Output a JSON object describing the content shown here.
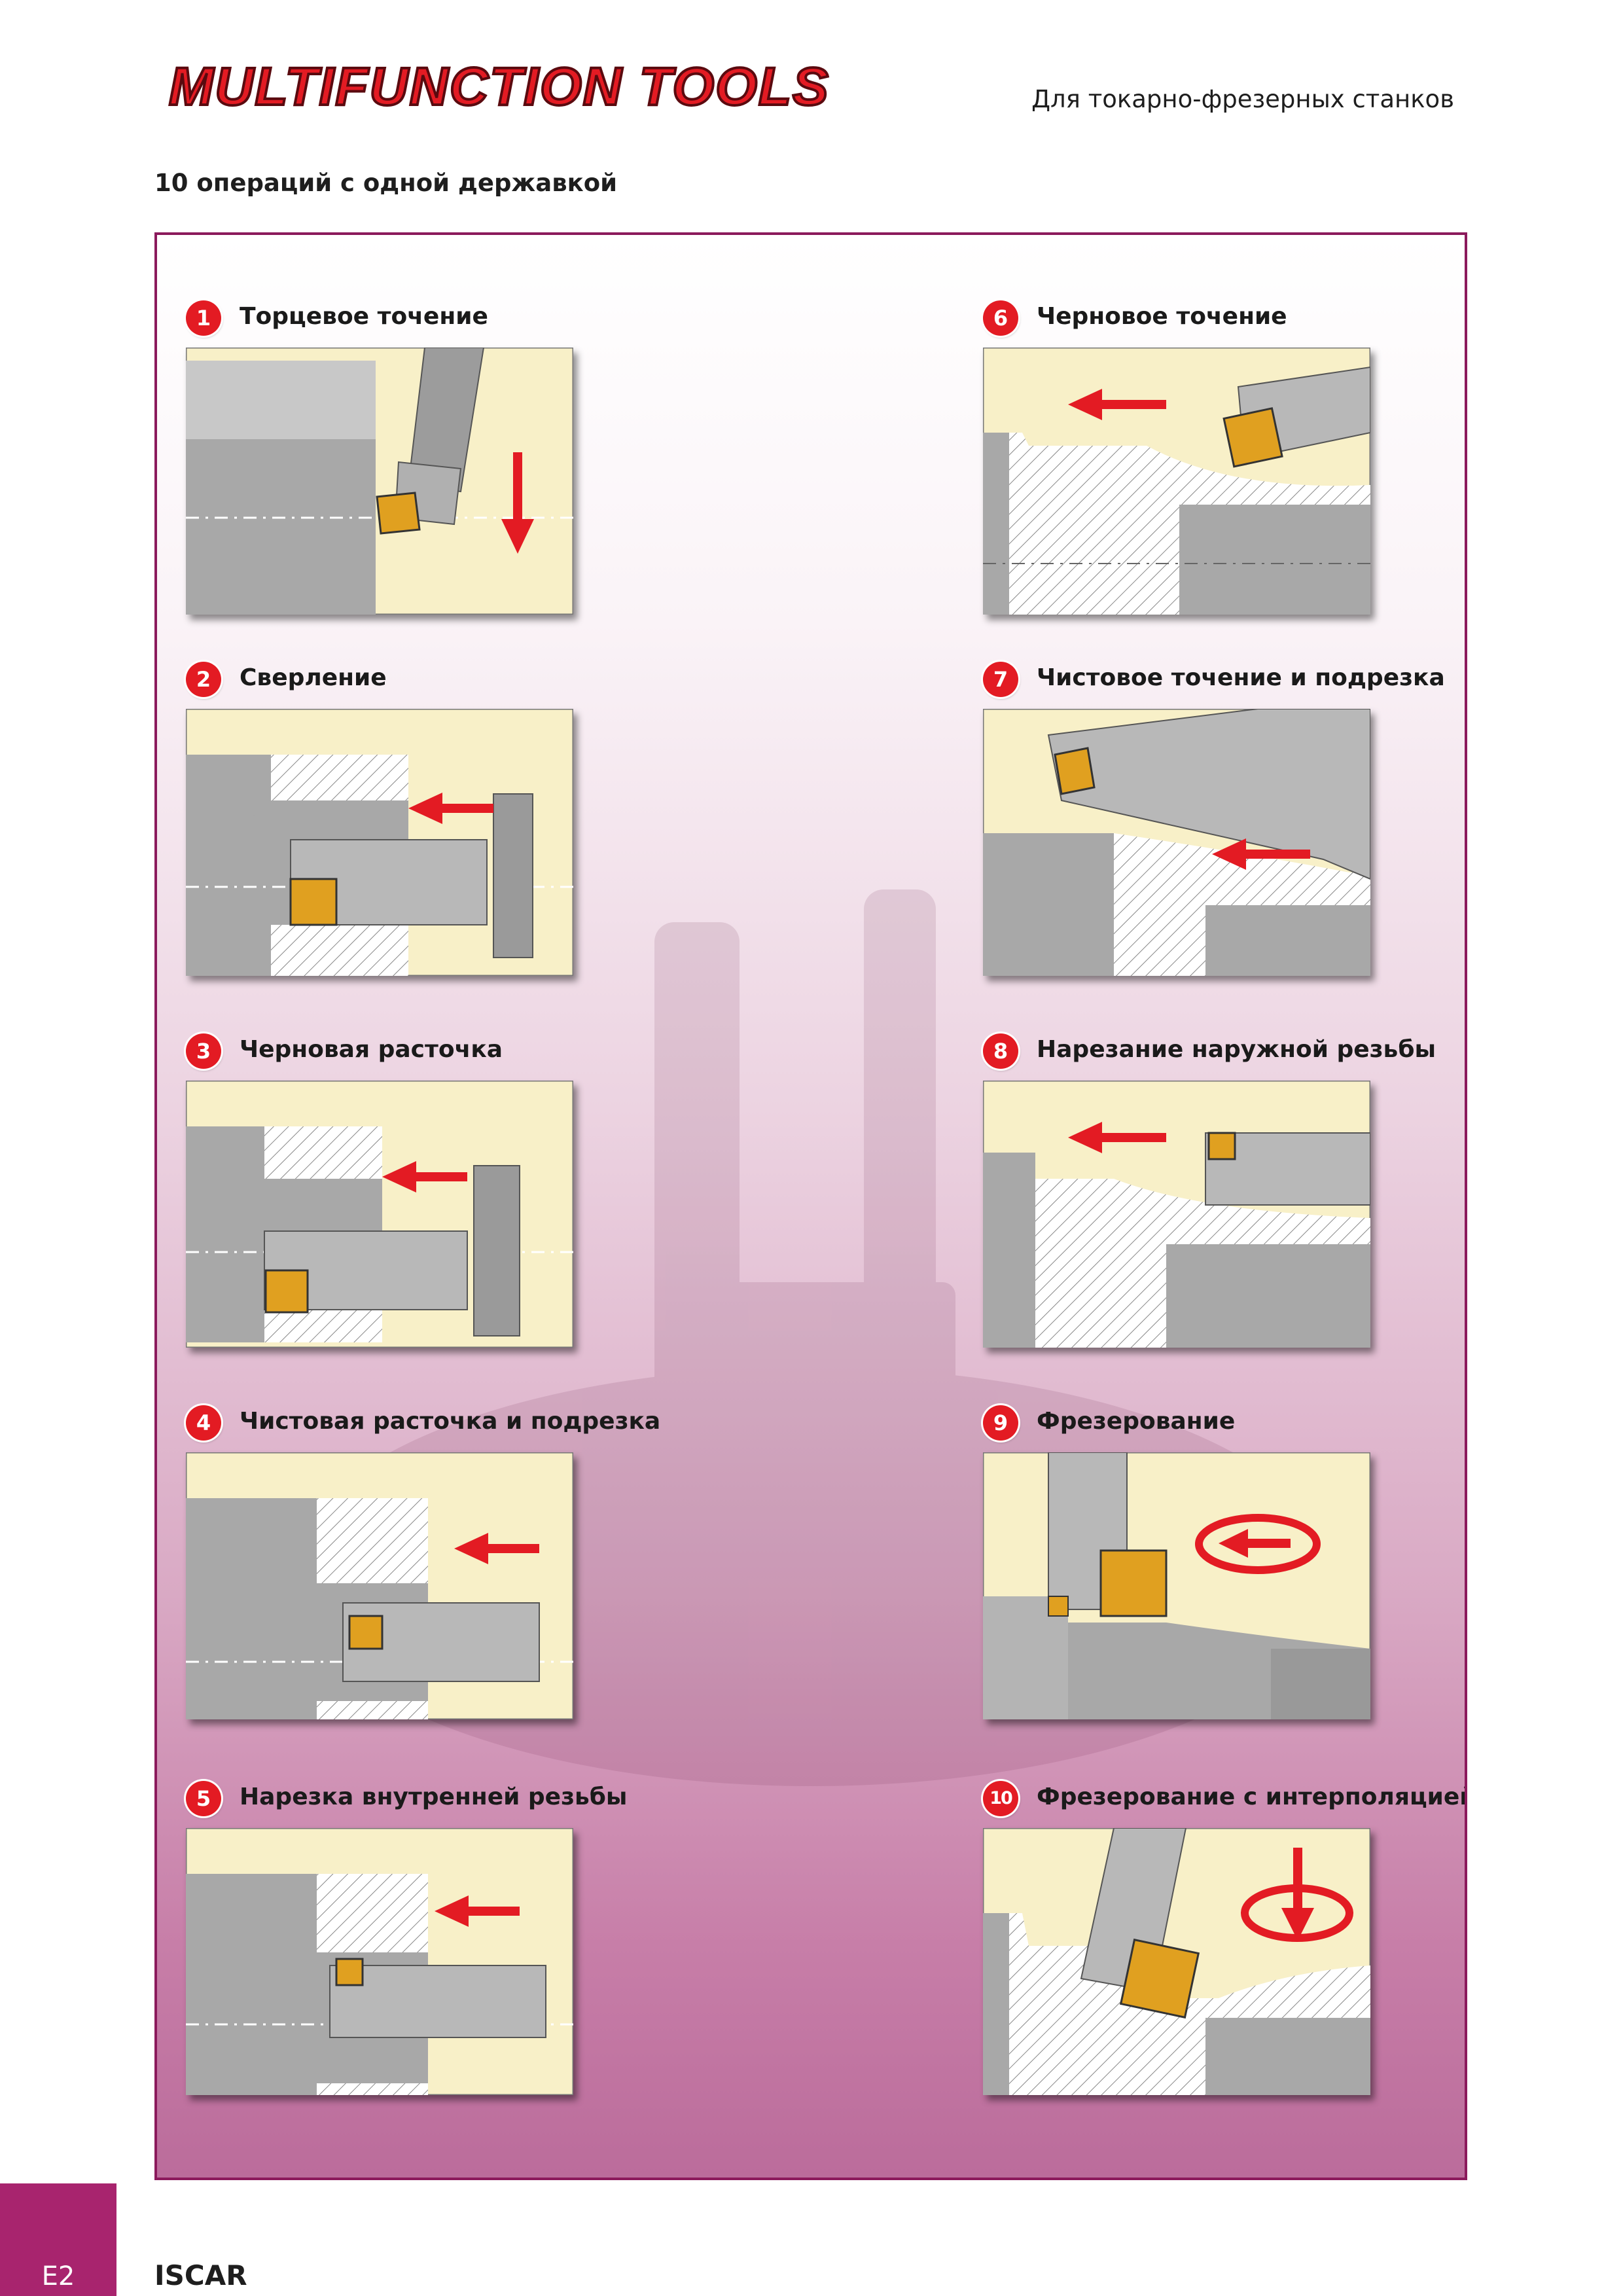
{
  "header": {
    "brand_title": "MULTIFUNCTION TOOLS",
    "subtitle": "Для токарно-фрезерных станков"
  },
  "section": {
    "heading": "10 операций с одной державкой"
  },
  "operations": [
    {
      "number": "1",
      "title": "Торцевое точение",
      "icons": [
        "cylindrical-workpiece",
        "tool-holder",
        "insert",
        "arrow-down-icon"
      ]
    },
    {
      "number": "2",
      "title": "Сверление",
      "icons": [
        "hatched-workpiece",
        "drill-body",
        "insert",
        "arrow-left-icon"
      ]
    },
    {
      "number": "3",
      "title": "Черновая расточка",
      "icons": [
        "hatched-workpiece",
        "boring-bar",
        "insert",
        "arrow-left-icon"
      ]
    },
    {
      "number": "4",
      "title": "Чистовая расточка и подрезка",
      "icons": [
        "hatched-workpiece",
        "boring-bar",
        "insert",
        "arrow-left-icon"
      ]
    },
    {
      "number": "5",
      "title": "Нарезка внутренней резьбы",
      "icons": [
        "hatched-workpiece",
        "threading-bar",
        "insert",
        "arrow-left-icon"
      ]
    },
    {
      "number": "6",
      "title": "Черновое точение",
      "icons": [
        "hatched-workpiece",
        "tool-holder",
        "insert",
        "arrow-left-icon"
      ]
    },
    {
      "number": "7",
      "title": "Чистовое точение и подрезка",
      "icons": [
        "hatched-workpiece",
        "tool-holder",
        "insert",
        "arrow-left-icon"
      ]
    },
    {
      "number": "8",
      "title": "Нарезание  наружной резьбы",
      "icons": [
        "hatched-workpiece",
        "threading-tool",
        "insert",
        "arrow-left-icon"
      ]
    },
    {
      "number": "9",
      "title": "Фрезерование",
      "icons": [
        "cylindrical-workpiece",
        "milling-tool",
        "insert",
        "rotation-arrow-icon"
      ]
    },
    {
      "number": "10",
      "title": "Фрезерование с интерполяцией",
      "icons": [
        "hatched-workpiece",
        "milling-tool",
        "insert",
        "rotation-arrow-icon",
        "arrow-down-icon"
      ]
    }
  ],
  "footer": {
    "page_number": "E2",
    "brand": "ISCAR"
  },
  "colors": {
    "accent_red": "#e31b23",
    "magenta": "#a8246e",
    "panel_border": "#8b1a5c",
    "illustration_bg": "#f8f0c8",
    "insert_gold": "#e0a020"
  }
}
